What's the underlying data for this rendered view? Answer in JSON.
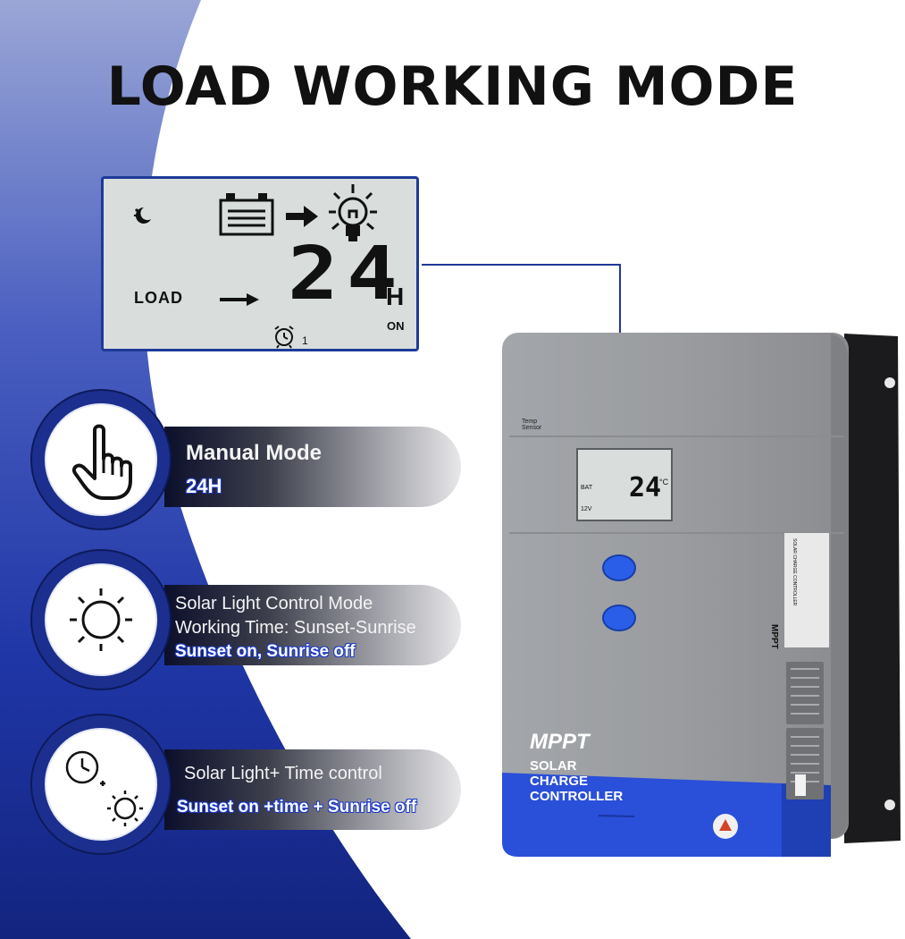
{
  "title": "LOAD WORKING MODE",
  "lcd_callout": {
    "load_label": "LOAD",
    "hours": "24",
    "unit": "H",
    "state": "ON",
    "timer_index": "1",
    "icons": [
      "night-moon-icon",
      "battery-icon",
      "arrow-right-icon",
      "light-bulb-icon",
      "alarm-clock-icon"
    ]
  },
  "modes": [
    {
      "title": "Manual Mode",
      "subtitle": "24H",
      "icon": "hand-pointer-icon"
    },
    {
      "title": "Solar Light Control Mode",
      "subtitle": "Working Time: Sunset-Sunrise",
      "highlight": "Sunset on, Sunrise off",
      "icon": "sun-icon"
    },
    {
      "title": "Solar Light+ Time control",
      "highlight": "Sunset on +time + Sunrise off",
      "icon": "clock-plus-sun-icon"
    }
  ],
  "device": {
    "brand": "MPPT",
    "product": "SOLAR CHARGE CONTROLLER",
    "temp_sensor": "Temp Sensor",
    "lcd_value": "24",
    "lcd_unit": "°C",
    "lcd_bat": "BAT",
    "lcd_voltage": "12V",
    "side_label_brand": "MPPT",
    "side_label_text": "SOLAR CHARGE CONTROLLER",
    "colors": {
      "body": "#9a9c9f",
      "accent": "#2a4fd8",
      "mount": "#1b1b1d"
    }
  },
  "colors": {
    "navy": "#1c2f8f",
    "accent_blue": "#1c39c8",
    "lcd_bg": "#d9dedd"
  }
}
